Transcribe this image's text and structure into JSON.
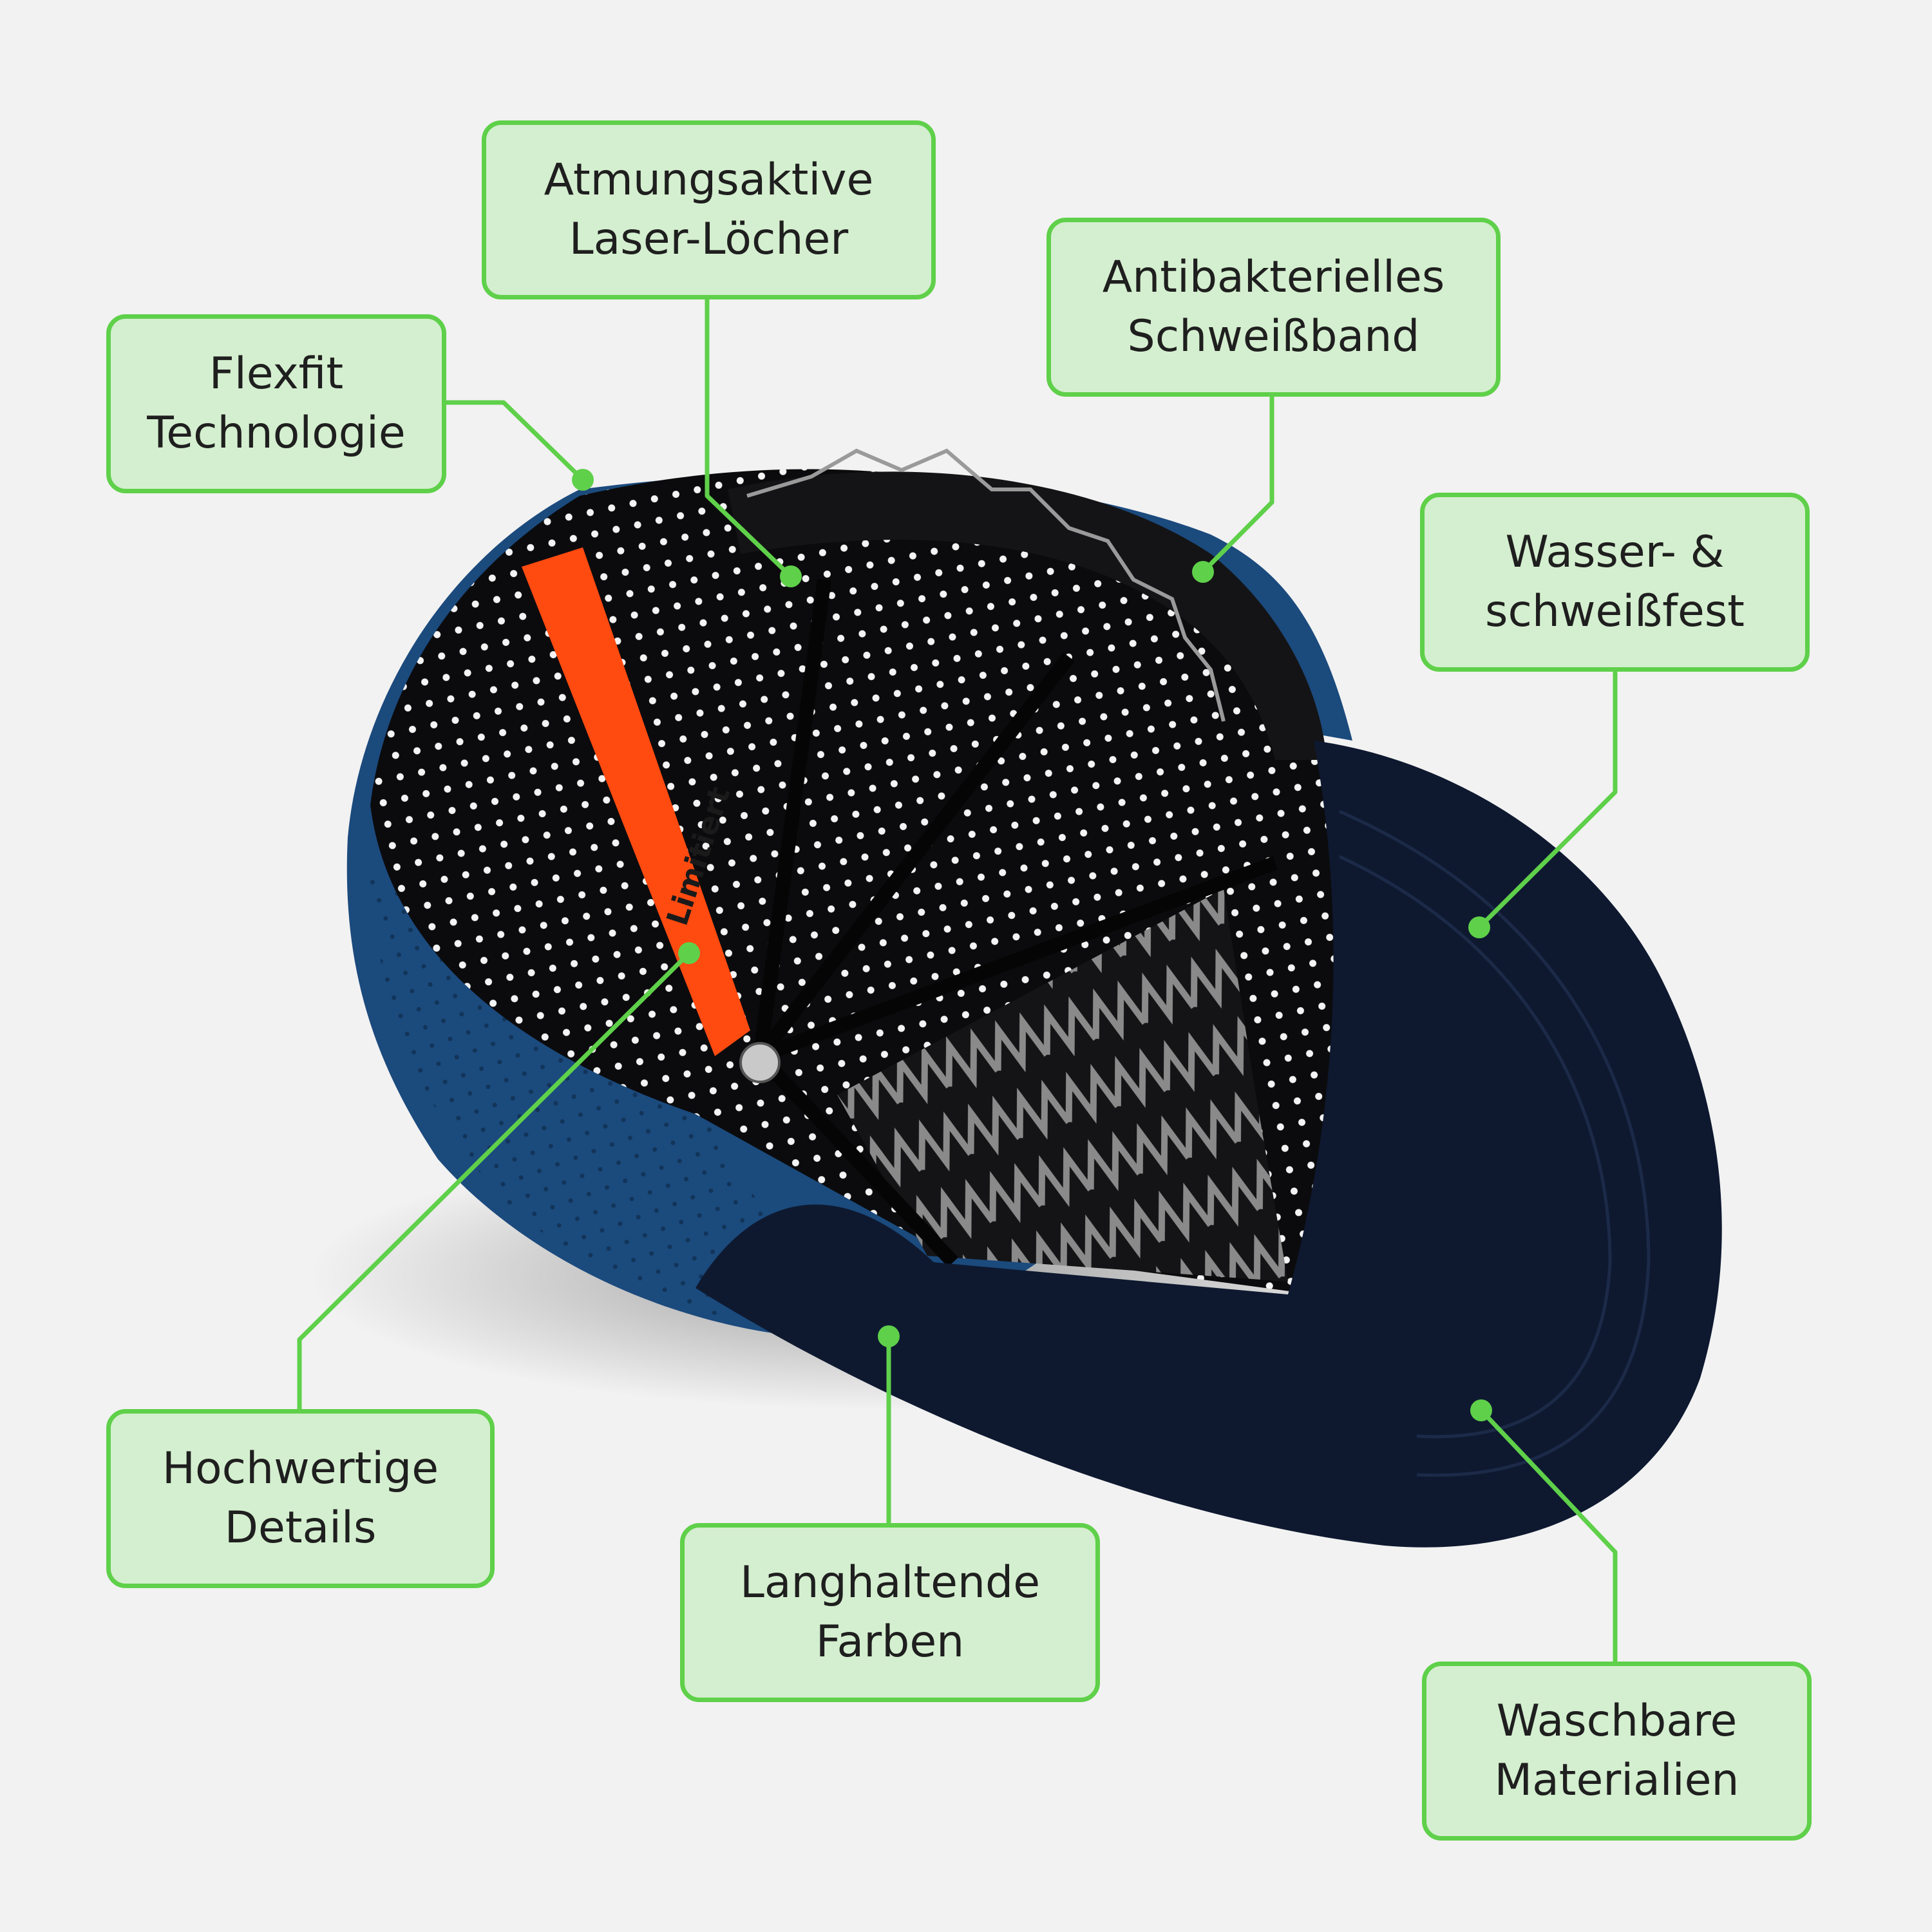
{
  "colors": {
    "background": "#f2f2f2",
    "callout_fill": "#d4efcf",
    "callout_border": "#5fd04a",
    "leader_line": "#5fd04a",
    "cap_crown": "#1b4a7d",
    "cap_visor": "#0e1930",
    "cap_lining": "#0b0b0d",
    "tag_orange": "#ff4a10"
  },
  "callouts": [
    {
      "id": "flexfit",
      "lines": [
        "Flexfit",
        "Technologie"
      ]
    },
    {
      "id": "laser",
      "lines": [
        "Atmungsaktive",
        "Laser-Löcher"
      ]
    },
    {
      "id": "sweatband",
      "lines": [
        "Antibakterielles",
        "Schweißband"
      ]
    },
    {
      "id": "waterproof",
      "lines": [
        "Wasser- &",
        "schweißfest"
      ]
    },
    {
      "id": "details",
      "lines": [
        "Hochwertige",
        "Details"
      ]
    },
    {
      "id": "colors",
      "lines": [
        "Langhaltende",
        "Farben"
      ]
    },
    {
      "id": "washable",
      "lines": [
        "Waschbare",
        "Materialien"
      ]
    }
  ],
  "cap_tag": {
    "text": "Limitiert"
  }
}
